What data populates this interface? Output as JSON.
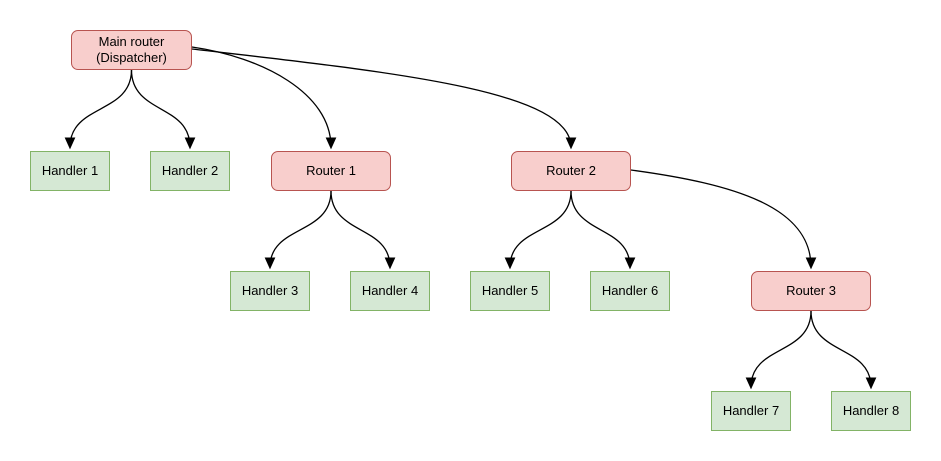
{
  "diagram": {
    "nodes": [
      {
        "id": "main-router",
        "label": "Main router\n(Dispatcher)",
        "type": "router"
      },
      {
        "id": "handler-1",
        "label": "Handler 1",
        "type": "handler"
      },
      {
        "id": "handler-2",
        "label": "Handler 2",
        "type": "handler"
      },
      {
        "id": "router-1",
        "label": "Router 1",
        "type": "router"
      },
      {
        "id": "router-2",
        "label": "Router 2",
        "type": "router"
      },
      {
        "id": "handler-3",
        "label": "Handler 3",
        "type": "handler"
      },
      {
        "id": "handler-4",
        "label": "Handler 4",
        "type": "handler"
      },
      {
        "id": "handler-5",
        "label": "Handler 5",
        "type": "handler"
      },
      {
        "id": "handler-6",
        "label": "Handler 6",
        "type": "handler"
      },
      {
        "id": "router-3",
        "label": "Router 3",
        "type": "router"
      },
      {
        "id": "handler-7",
        "label": "Handler 7",
        "type": "handler"
      },
      {
        "id": "handler-8",
        "label": "Handler 8",
        "type": "handler"
      }
    ],
    "edges": [
      {
        "from": "main-router",
        "to": "handler-1"
      },
      {
        "from": "main-router",
        "to": "handler-2"
      },
      {
        "from": "main-router",
        "to": "router-1"
      },
      {
        "from": "main-router",
        "to": "router-2"
      },
      {
        "from": "router-1",
        "to": "handler-3"
      },
      {
        "from": "router-1",
        "to": "handler-4"
      },
      {
        "from": "router-2",
        "to": "handler-5"
      },
      {
        "from": "router-2",
        "to": "handler-6"
      },
      {
        "from": "router-2",
        "to": "router-3"
      },
      {
        "from": "router-3",
        "to": "handler-7"
      },
      {
        "from": "router-3",
        "to": "handler-8"
      }
    ],
    "colors": {
      "router_fill": "#f8cecc",
      "router_stroke": "#b85450",
      "handler_fill": "#d5e8d4",
      "handler_stroke": "#82b366",
      "edge": "#000000",
      "background": "#ffffff"
    }
  }
}
